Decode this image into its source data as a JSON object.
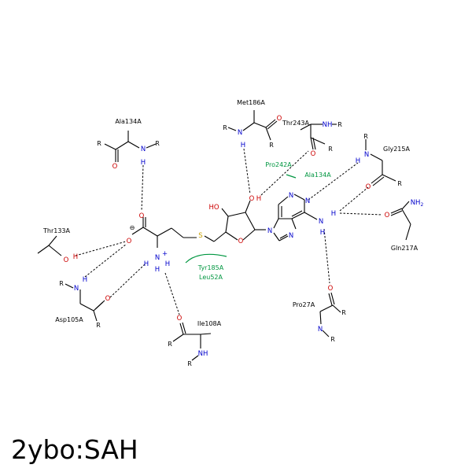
{
  "title": "2ybo:SAH",
  "colors": {
    "nitrogen": "#0000cc",
    "oxygen": "#cc0000",
    "sulfur": "#c8a000",
    "hydrophobic": "#009640",
    "bond": "#000000"
  },
  "residues": {
    "ala134": "Ala134A",
    "thr133": "Thr133A",
    "asp105": "Asp105A",
    "ile108": "Ile108A",
    "met186": "Met186A",
    "thr243": "Thr243A",
    "gly215": "Gly215A",
    "gln217": "Gln217A",
    "pro27": "Pro27A"
  },
  "hydrophobic_contacts": {
    "tyr185": "Tyr185A",
    "leu52": "Leu52A",
    "pro242": "Pro242A",
    "ala134": "Ala134A"
  },
  "atoms": {
    "N": "N",
    "O": "O",
    "S": "S",
    "H": "H",
    "R": "R",
    "HO": "HO",
    "NH": "NH",
    "NH2": "NH",
    "NH2_sub": "2",
    "charge_minus": "⊖",
    "charge_plus": "+"
  }
}
